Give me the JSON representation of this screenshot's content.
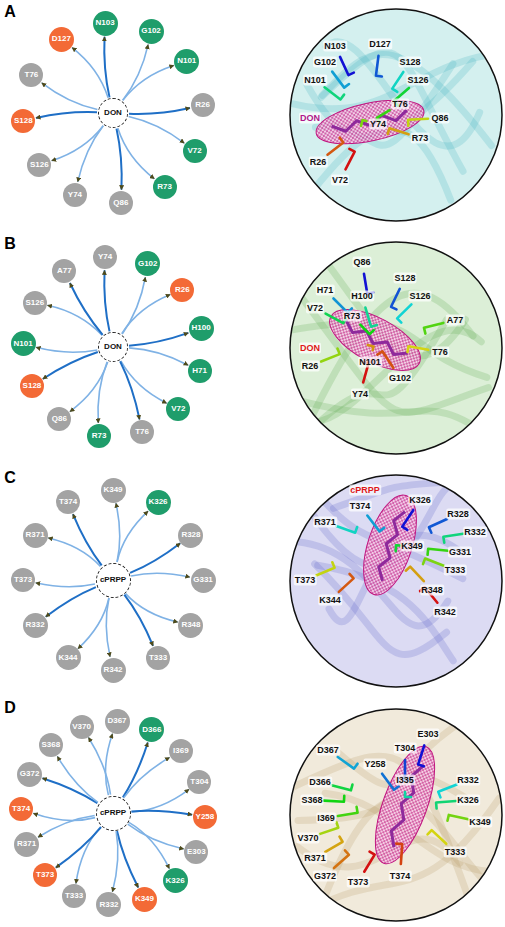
{
  "diagram": {
    "nodes": [
      {
        "text": [
          "DON"
        ]
      },
      {
        "text": [
          "N103"
        ]
      },
      {
        "text": [
          "G102"
        ]
      },
      {
        "text": [
          "N101"
        ]
      },
      {
        "text": [
          "R26"
        ]
      },
      {
        "text": [
          "V72"
        ]
      },
      {
        "text": [
          "R73"
        ]
      },
      {
        "text": [
          "Q86"
        ]
      },
      {
        "text": [
          "Y74"
        ]
      },
      {
        "text": [
          "S126"
        ]
      },
      {
        "text": [
          "S128"
        ]
      },
      {
        "text": [
          "T76"
        ]
      },
      {
        "text": [
          "D127"
        ]
      },
      {
        "text": [
          "DON"
        ]
      },
      {
        "text": [
          "Y74"
        ]
      },
      {
        "text": [
          "G102"
        ]
      },
      {
        "text": [
          "R26"
        ]
      },
      {
        "text": [
          "H100"
        ]
      },
      {
        "text": [
          "H71"
        ]
      },
      {
        "text": [
          "V72"
        ]
      },
      {
        "text": [
          "T76"
        ]
      },
      {
        "text": [
          "R73"
        ]
      },
      {
        "text": [
          "Q86"
        ]
      },
      {
        "text": [
          "S128"
        ]
      },
      {
        "text": [
          "N101"
        ]
      },
      {
        "text": [
          "S126"
        ]
      },
      {
        "text": [
          "A77"
        ]
      },
      {
        "text": [
          "cPRPP"
        ]
      },
      {
        "text": [
          "K349"
        ]
      },
      {
        "text": [
          "K326"
        ]
      },
      {
        "text": [
          "R328"
        ]
      },
      {
        "text": [
          "G331"
        ]
      },
      {
        "text": [
          "R348"
        ]
      },
      {
        "text": [
          "T333"
        ]
      },
      {
        "text": [
          "R342"
        ]
      },
      {
        "text": [
          "K344"
        ]
      },
      {
        "text": [
          "R332"
        ]
      },
      {
        "text": [
          "T373"
        ]
      },
      {
        "text": [
          "R371"
        ]
      },
      {
        "text": [
          "T374"
        ]
      },
      {
        "text": [
          "cPRPP"
        ]
      },
      {
        "text": [
          "V370"
        ]
      },
      {
        "text": [
          "D367"
        ]
      },
      {
        "text": [
          "D366"
        ]
      },
      {
        "text": [
          "I369"
        ]
      },
      {
        "text": [
          "T304"
        ]
      },
      {
        "text": [
          "Y258"
        ]
      },
      {
        "text": [
          "E303"
        ]
      },
      {
        "text": [
          "K326"
        ]
      },
      {
        "text": [
          "K349"
        ]
      },
      {
        "text": [
          "R332"
        ]
      },
      {
        "text": [
          "T333"
        ]
      },
      {
        "text": [
          "T373"
        ]
      },
      {
        "text": [
          "R371"
        ]
      },
      {
        "text": [
          "T374"
        ]
      },
      {
        "text": [
          "G372"
        ]
      },
      {
        "text": [
          "S368"
        ]
      }
    ],
    "edges": [
      {
        "from": 0,
        "to": 1,
        "arrow": "to"
      },
      {
        "from": 0,
        "to": 2,
        "arrow": "to"
      },
      {
        "from": 0,
        "to": 3,
        "arrow": "to"
      },
      {
        "from": 0,
        "to": 4,
        "arrow": "to"
      },
      {
        "from": 0,
        "to": 5,
        "arrow": "to"
      },
      {
        "from": 0,
        "to": 6,
        "arrow": "to"
      },
      {
        "from": 0,
        "to": 7,
        "arrow": "to"
      },
      {
        "from": 0,
        "to": 8,
        "arrow": "to"
      },
      {
        "from": 0,
        "to": 9,
        "arrow": "to"
      },
      {
        "from": 0,
        "to": 10,
        "arrow": "to"
      },
      {
        "from": 0,
        "to": 11,
        "arrow": "to"
      },
      {
        "from": 0,
        "to": 12,
        "arrow": "to"
      },
      {
        "from": 13,
        "to": 14,
        "arrow": "to"
      },
      {
        "from": 13,
        "to": 15,
        "arrow": "to"
      },
      {
        "from": 13,
        "to": 16,
        "arrow": "to"
      },
      {
        "from": 13,
        "to": 17,
        "arrow": "to"
      },
      {
        "from": 13,
        "to": 18,
        "arrow": "to"
      },
      {
        "from": 13,
        "to": 19,
        "arrow": "to"
      },
      {
        "from": 13,
        "to": 20,
        "arrow": "to"
      },
      {
        "from": 13,
        "to": 21,
        "arrow": "to"
      },
      {
        "from": 13,
        "to": 22,
        "arrow": "to"
      },
      {
        "from": 13,
        "to": 23,
        "arrow": "to"
      },
      {
        "from": 13,
        "to": 24,
        "arrow": "to"
      },
      {
        "from": 13,
        "to": 25,
        "arrow": "to"
      },
      {
        "from": 13,
        "to": 26,
        "arrow": "to"
      },
      {
        "from": 27,
        "to": 28,
        "arrow": "to"
      },
      {
        "from": 27,
        "to": 29,
        "arrow": "to"
      },
      {
        "from": 27,
        "to": 30,
        "arrow": "to"
      },
      {
        "from": 27,
        "to": 31,
        "arrow": "to"
      },
      {
        "from": 27,
        "to": 32,
        "arrow": "to"
      },
      {
        "from": 27,
        "to": 33,
        "arrow": "to"
      },
      {
        "from": 27,
        "to": 34,
        "arrow": "to"
      },
      {
        "from": 27,
        "to": 35,
        "arrow": "to"
      },
      {
        "from": 27,
        "to": 36,
        "arrow": "to"
      },
      {
        "from": 27,
        "to": 37,
        "arrow": "to"
      },
      {
        "from": 27,
        "to": 38,
        "arrow": "to"
      },
      {
        "from": 27,
        "to": 39,
        "arrow": "to"
      },
      {
        "from": 40,
        "to": 41,
        "arrow": "to"
      },
      {
        "from": 40,
        "to": 42,
        "arrow": "to"
      },
      {
        "from": 40,
        "to": 43,
        "arrow": "to"
      },
      {
        "from": 40,
        "to": 44,
        "arrow": "to"
      },
      {
        "from": 40,
        "to": 45,
        "arrow": "to"
      },
      {
        "from": 40,
        "to": 46,
        "arrow": "to"
      },
      {
        "from": 40,
        "to": 47,
        "arrow": "to"
      },
      {
        "from": 40,
        "to": 48,
        "arrow": "to"
      },
      {
        "from": 40,
        "to": 49,
        "arrow": "to"
      },
      {
        "from": 40,
        "to": 50,
        "arrow": "to"
      },
      {
        "from": 40,
        "to": 51,
        "arrow": "to"
      },
      {
        "from": 40,
        "to": 52,
        "arrow": "to"
      },
      {
        "from": 40,
        "to": 53,
        "arrow": "to"
      },
      {
        "from": 40,
        "to": 54,
        "arrow": "to"
      },
      {
        "from": 40,
        "to": 55,
        "arrow": "to"
      },
      {
        "from": 40,
        "to": 56,
        "arrow": "to"
      }
    ],
    "labels": [
      "A",
      "N103",
      "D127",
      "G102",
      "S128",
      "N101",
      "S126",
      "DON",
      "T76",
      "Y74",
      "Q86",
      "R73",
      "R26",
      "V72",
      "B",
      "Q86",
      "S128",
      "H71",
      "S126",
      "H100",
      "V72",
      "R73",
      "A77",
      "DON",
      "R26",
      "T76",
      "N101",
      "G102",
      "Y74",
      "C",
      "cPRPP",
      "K326",
      "R328",
      "T374",
      "R371",
      "R332",
      "K349",
      "G331",
      "T333",
      "T373",
      "R348",
      "K344",
      "R342",
      "D",
      "E303",
      "T304",
      "Y258",
      "D367",
      "R332",
      "I335",
      "K326",
      "D366",
      "S368",
      "I369",
      "K349",
      "V370",
      "T333",
      "R371",
      "G372",
      "T374",
      "T373"
    ]
  }
}
